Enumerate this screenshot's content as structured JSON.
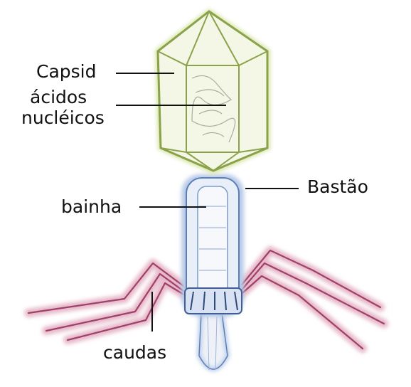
{
  "labels": {
    "capsid": "Capsid",
    "acidos_line1": "ácidos",
    "acidos_line2": "nucléicos",
    "bastao": "Bastão",
    "bainha": "bainha",
    "caudas": "caudas"
  },
  "colors": {
    "capsid": "#8aa24a",
    "capsid_glow": "#d8e6a8",
    "sheath": "#5a7fb8",
    "sheath_glow": "#b8cbe8",
    "tail_fibers": "#a0406a",
    "tail_glow": "#e6b8c8",
    "leader_line": "#111111"
  },
  "icons": [
    "bacteriophage-illustration"
  ]
}
